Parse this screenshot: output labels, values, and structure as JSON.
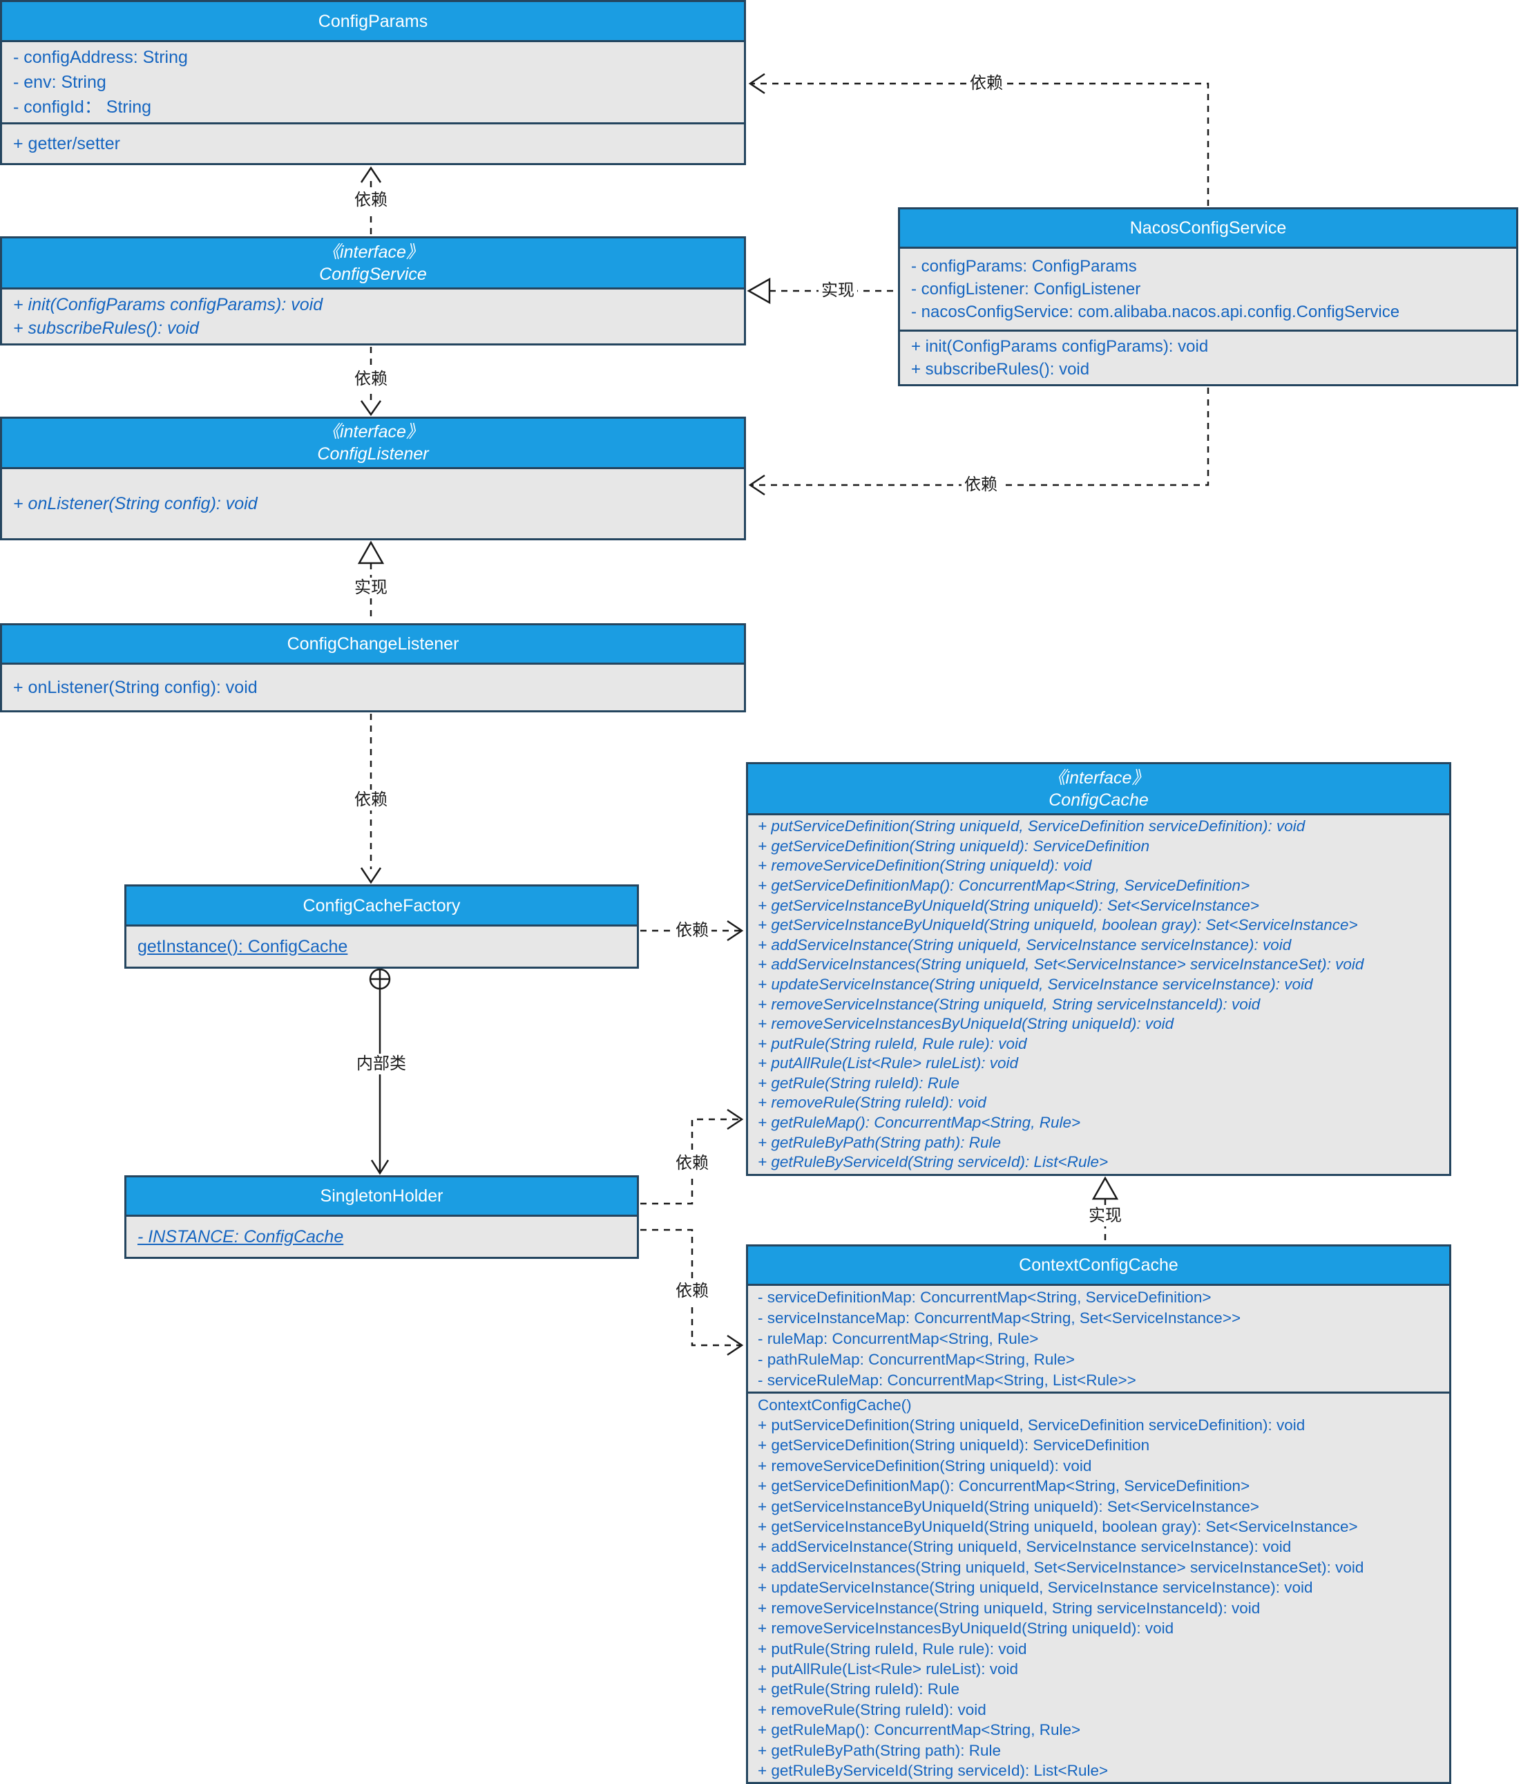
{
  "labels": {
    "dependency": "依赖",
    "implements": "实现",
    "inner_class": "内部类"
  },
  "classes": {
    "config_params": {
      "title": "ConfigParams",
      "attributes": [
        "- configAddress: String",
        "- env: String",
        "- configId：  String"
      ],
      "methods": [
        "+ getter/setter"
      ]
    },
    "config_service": {
      "stereotype": "《interface》",
      "title": "ConfigService",
      "methods": [
        "+ init(ConfigParams configParams): void",
        "+ subscribeRules(): void"
      ]
    },
    "config_listener": {
      "stereotype": "《interface》",
      "title": "ConfigListener",
      "methods": [
        "+ onListener(String config): void"
      ]
    },
    "config_change_listener": {
      "title": "ConfigChangeListener",
      "methods": [
        "+ onListener(String config): void"
      ]
    },
    "nacos_config_service": {
      "title": "NacosConfigService",
      "attributes": [
        "- configParams: ConfigParams",
        "- configListener: ConfigListener",
        "- nacosConfigService: com.alibaba.nacos.api.config.ConfigService"
      ],
      "methods": [
        "+ init(ConfigParams configParams): void",
        "+ subscribeRules(): void"
      ]
    },
    "config_cache_factory": {
      "title": "ConfigCacheFactory",
      "methods": [
        "getInstance(): ConfigCache"
      ]
    },
    "singleton_holder": {
      "title": "SingletonHolder",
      "attributes": [
        "- INSTANCE: ConfigCache"
      ]
    },
    "config_cache": {
      "stereotype": "《interface》",
      "title": "ConfigCache",
      "methods": [
        "+ putServiceDefinition(String uniqueId, ServiceDefinition serviceDefinition): void",
        "+ getServiceDefinition(String uniqueId): ServiceDefinition",
        "+ removeServiceDefinition(String uniqueId): void",
        "+ getServiceDefinitionMap(): ConcurrentMap<String, ServiceDefinition>",
        "+ getServiceInstanceByUniqueId(String uniqueId): Set<ServiceInstance>",
        "+ getServiceInstanceByUniqueId(String uniqueId, boolean gray): Set<ServiceInstance>",
        "+ addServiceInstance(String uniqueId, ServiceInstance serviceInstance): void",
        "+ addServiceInstances(String uniqueId, Set<ServiceInstance> serviceInstanceSet): void",
        "+ updateServiceInstance(String uniqueId, ServiceInstance serviceInstance): void",
        "+ removeServiceInstance(String uniqueId, String serviceInstanceId): void",
        "+ removeServiceInstancesByUniqueId(String uniqueId): void",
        "+ putRule(String ruleId, Rule rule): void",
        "+ putAllRule(List<Rule> ruleList): void",
        "+ getRule(String ruleId): Rule",
        "+ removeRule(String ruleId): void",
        "+ getRuleMap(): ConcurrentMap<String, Rule>",
        "+ getRuleByPath(String path): Rule",
        "+ getRuleByServiceId(String serviceId): List<Rule>"
      ]
    },
    "context_config_cache": {
      "title": "ContextConfigCache",
      "attributes": [
        "- serviceDefinitionMap: ConcurrentMap<String, ServiceDefinition>",
        "- serviceInstanceMap: ConcurrentMap<String, Set<ServiceInstance>>",
        "- ruleMap: ConcurrentMap<String, Rule>",
        "- pathRuleMap: ConcurrentMap<String, Rule>",
        "- serviceRuleMap: ConcurrentMap<String, List<Rule>>"
      ],
      "methods": [
        "ContextConfigCache()",
        "+ putServiceDefinition(String uniqueId, ServiceDefinition serviceDefinition): void",
        "+ getServiceDefinition(String uniqueId): ServiceDefinition",
        "+ removeServiceDefinition(String uniqueId): void",
        "+ getServiceDefinitionMap(): ConcurrentMap<String, ServiceDefinition>",
        "+ getServiceInstanceByUniqueId(String uniqueId): Set<ServiceInstance>",
        "+ getServiceInstanceByUniqueId(String uniqueId, boolean gray): Set<ServiceInstance>",
        "+ addServiceInstance(String uniqueId, ServiceInstance serviceInstance): void",
        "+ addServiceInstances(String uniqueId, Set<ServiceInstance> serviceInstanceSet): void",
        "+ updateServiceInstance(String uniqueId, ServiceInstance serviceInstance): void",
        "+ removeServiceInstance(String uniqueId, String serviceInstanceId): void",
        "+ removeServiceInstancesByUniqueId(String uniqueId): void",
        "+ putRule(String ruleId, Rule rule): void",
        "+ putAllRule(List<Rule> ruleList): void",
        "+ getRule(String ruleId): Rule",
        "+ removeRule(String ruleId): void",
        "+ getRuleMap(): ConcurrentMap<String, Rule>",
        "+ getRuleByPath(String path): Rule",
        "+ getRuleByServiceId(String serviceId): List<Rule>"
      ]
    }
  }
}
